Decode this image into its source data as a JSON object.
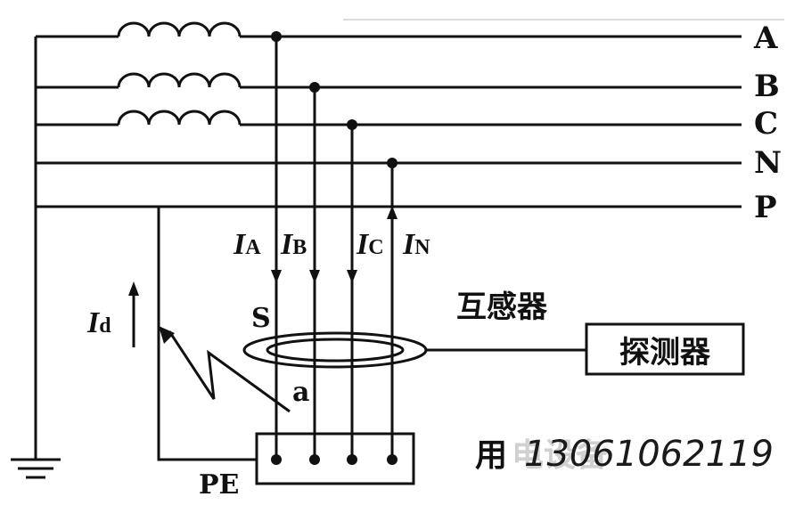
{
  "lines": {
    "a": "A",
    "b": "B",
    "c": "C",
    "n": "N",
    "p": "P"
  },
  "currents": {
    "ia": {
      "main": "I",
      "sub": "A"
    },
    "ib": {
      "main": "I",
      "sub": "B"
    },
    "ic": {
      "main": "I",
      "sub": "C"
    },
    "in": {
      "main": "I",
      "sub": "N"
    },
    "id": {
      "main": "I",
      "sub": "d"
    }
  },
  "labels": {
    "switch": "S",
    "fault_point": "a",
    "pe": "PE",
    "transformer": "互感器",
    "detector": "探测器"
  },
  "watermark": {
    "prefix": "用",
    "ghost": "电设备",
    "phone": "13061062119"
  }
}
